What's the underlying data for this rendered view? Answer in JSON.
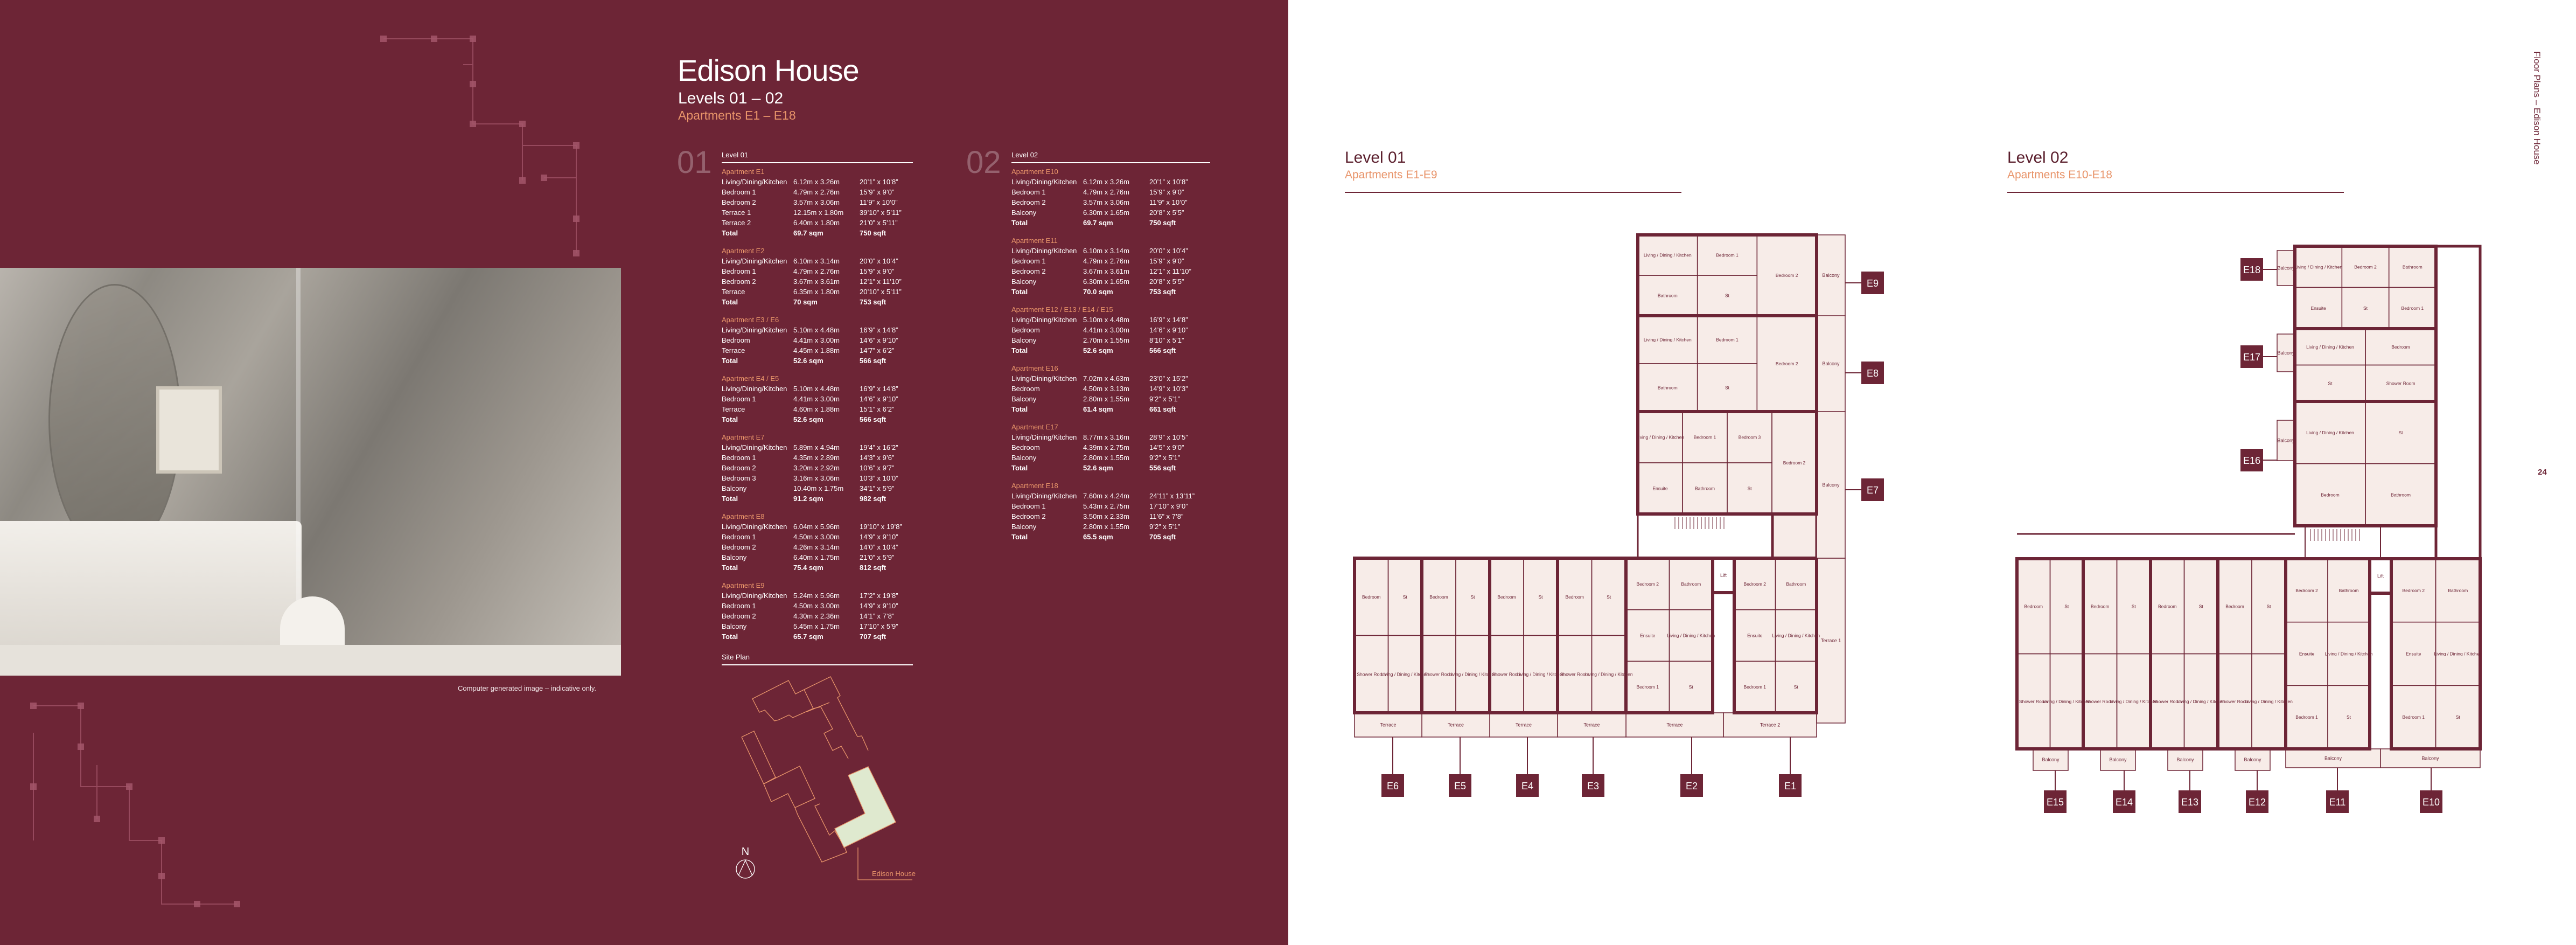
{
  "header": {
    "title": "Edison House",
    "levels": "Levels 01 – 02",
    "apartments": "Apartments E1 – E18"
  },
  "schedule": [
    {
      "number": "01",
      "heading": "Level 01",
      "apartments": [
        {
          "name": "Apartment E1",
          "rows": [
            [
              "Living/Dining/Kitchen",
              "6.12m x 3.26m",
              "20’1” x 10’8”"
            ],
            [
              "Bedroom 1",
              "4.79m x 2.76m",
              "15’9” x 9’0”"
            ],
            [
              "Bedroom 2",
              "3.57m x 3.06m",
              "11’9” x 10’0”"
            ],
            [
              "Terrace 1",
              "12.15m x 1.80m",
              "39’10” x 5’11”"
            ],
            [
              "Terrace 2",
              "6.40m x 1.80m",
              "21’0” x 5’11”"
            ]
          ],
          "total": [
            "Total",
            "69.7 sqm",
            "750 sqft"
          ]
        },
        {
          "name": "Apartment E2",
          "rows": [
            [
              "Living/Dining/Kitchen",
              "6.10m x 3.14m",
              "20’0” x 10’4”"
            ],
            [
              "Bedroom 1",
              "4.79m x 2.76m",
              "15’9” x 9’0”"
            ],
            [
              "Bedroom 2",
              "3.67m x 3.61m",
              "12’1” x 11’10”"
            ],
            [
              "Terrace",
              "6.35m x 1.80m",
              "20’10” x 5’11”"
            ]
          ],
          "total": [
            "Total",
            "70 sqm",
            "753 sqft"
          ]
        },
        {
          "name": "Apartment E3 / E6",
          "rows": [
            [
              "Living/Dining/Kitchen",
              "5.10m x 4.48m",
              "16’9” x 14’8”"
            ],
            [
              "Bedroom",
              "4.41m x 3.00m",
              "14’6” x 9’10”"
            ],
            [
              "Terrace",
              "4.45m x 1.88m",
              "14’7” x 6’2”"
            ]
          ],
          "total": [
            "Total",
            "52.6 sqm",
            "566 sqft"
          ]
        },
        {
          "name": "Apartment E4 / E5",
          "rows": [
            [
              "Living/Dining/Kitchen",
              "5.10m x 4.48m",
              "16’9” x 14’8”"
            ],
            [
              "Bedroom 1",
              "4.41m x 3.00m",
              "14’6” x 9’10”"
            ],
            [
              "Terrace",
              "4.60m x 1.88m",
              "15’1” x 6’2”"
            ]
          ],
          "total": [
            "Total",
            "52.6 sqm",
            "566 sqft"
          ]
        },
        {
          "name": "Apartment E7",
          "rows": [
            [
              "Living/Dining/Kitchen",
              "5.89m x 4.94m",
              "19’4” x 16’2”"
            ],
            [
              "Bedroom 1",
              "4.35m x 2.89m",
              "14’3” x 9’6”"
            ],
            [
              "Bedroom 2",
              "3.20m x 2.92m",
              "10’6” x 9’7”"
            ],
            [
              "Bedroom 3",
              "3.16m x 3.06m",
              "10’3” x 10’0”"
            ],
            [
              "Balcony",
              "10.40m x 1.75m",
              "34’1” x 5’9”"
            ]
          ],
          "total": [
            "Total",
            "91.2 sqm",
            "982 sqft"
          ]
        },
        {
          "name": "Apartment E8",
          "rows": [
            [
              "Living/Dining/Kitchen",
              "6.04m x 5.96m",
              "19’10” x 19’8”"
            ],
            [
              "Bedroom 1",
              "4.50m x 3.00m",
              "14’9” x 9’10”"
            ],
            [
              "Bedroom 2",
              "4.26m x 3.14m",
              "14’0” x 10’4”"
            ],
            [
              "Balcony",
              "6.40m x 1.75m",
              "21’0” x 5’9”"
            ]
          ],
          "total": [
            "Total",
            "75.4 sqm",
            "812 sqft"
          ]
        },
        {
          "name": "Apartment E9",
          "rows": [
            [
              "Living/Dining/Kitchen",
              "5.24m x 5.96m",
              "17’2” x 19’8”"
            ],
            [
              "Bedroom 1",
              "4.50m x 3.00m",
              "14’9” x 9’10”"
            ],
            [
              "Bedroom 2",
              "4.30m x 2.36m",
              "14’1” x 7’8”"
            ],
            [
              "Balcony",
              "5.45m x 1.75m",
              "17’10” x 5’9”"
            ]
          ],
          "total": [
            "Total",
            "65.7 sqm",
            "707 sqft"
          ]
        }
      ]
    },
    {
      "number": "02",
      "heading": "Level 02",
      "apartments": [
        {
          "name": "Apartment E10",
          "rows": [
            [
              "Living/Dining/Kitchen",
              "6.12m x 3.26m",
              "20’1” x 10’8”"
            ],
            [
              "Bedroom 1",
              "4.79m x 2.76m",
              "15’9” x 9’0”"
            ],
            [
              "Bedroom 2",
              "3.57m x 3.06m",
              "11’9” x 10’0”"
            ],
            [
              "Balcony",
              "6.30m x 1.65m",
              "20’8” x 5’5”"
            ]
          ],
          "total": [
            "Total",
            "69.7 sqm",
            "750 sqft"
          ]
        },
        {
          "name": "Apartment E11",
          "rows": [
            [
              "Living/Dining/Kitchen",
              "6.10m x 3.14m",
              "20’0” x 10’4”"
            ],
            [
              "Bedroom 1",
              "4.79m x 2.76m",
              "15’9” x 9’0”"
            ],
            [
              "Bedroom 2",
              "3.67m x 3.61m",
              "12’1” x 11’10”"
            ],
            [
              "Balcony",
              "6.30m x 1.65m",
              "20’8” x 5’5”"
            ]
          ],
          "total": [
            "Total",
            "70.0 sqm",
            "753 sqft"
          ]
        },
        {
          "name": "Apartment E12 / E13 / E14 / E15",
          "rows": [
            [
              "Living/Dining/Kitchen",
              "5.10m x 4.48m",
              "16’9” x 14’8”"
            ],
            [
              "Bedroom",
              "4.41m x 3.00m",
              "14’6” x 9’10”"
            ],
            [
              "Balcony",
              "2.70m x 1.55m",
              "8’10” x 5’1”"
            ]
          ],
          "total": [
            "Total",
            "52.6 sqm",
            "566 sqft"
          ]
        },
        {
          "name": "Apartment E16",
          "rows": [
            [
              "Living/Dining/Kitchen",
              "7.02m x 4.63m",
              "23’0” x 15’2”"
            ],
            [
              "Bedroom",
              "4.50m x 3.13m",
              "14’9” x 10’3”"
            ],
            [
              "Balcony",
              "2.80m x 1.55m",
              "9’2” x 5’1”"
            ]
          ],
          "total": [
            "Total",
            "61.4 sqm",
            "661 sqft"
          ]
        },
        {
          "name": "Apartment E17",
          "rows": [
            [
              "Living/Dining/Kitchen",
              "8.77m x 3.16m",
              "28’9” x 10’5”"
            ],
            [
              "Bedroom",
              "4.39m x 2.75m",
              "14’5” x 9’0”"
            ],
            [
              "Balcony",
              "2.80m x 1.55m",
              "9’2” x 5’1”"
            ]
          ],
          "total": [
            "Total",
            "52.6 sqm",
            "556 sqft"
          ]
        },
        {
          "name": "Apartment E18",
          "rows": [
            [
              "Living/Dining/Kitchen",
              "7.60m x 4.24m",
              "24’11” x 13’11”"
            ],
            [
              "Bedroom 1",
              "5.43m x 2.75m",
              "17’10” x 9’0”"
            ],
            [
              "Bedroom 2",
              "3.50m x 2.33m",
              "11’6” x 7’8”"
            ],
            [
              "Balcony",
              "2.80m x 1.55m",
              "9’2” x 5’1”"
            ]
          ],
          "total": [
            "Total",
            "65.5 sqm",
            "705 sqft"
          ]
        }
      ]
    }
  ],
  "site_plan": {
    "heading": "Site Plan",
    "compass": "N",
    "label": "Edison House"
  },
  "photo": {
    "caption": "Computer generated image – indicative only."
  },
  "plans": [
    {
      "heading": "Level 01",
      "subheading": "Apartments E1-E9",
      "common": [
        "Lift"
      ],
      "units": [
        {
          "id": "E1",
          "rooms": [
            "Bedroom 2",
            "Bathroom",
            "Ensuite",
            "Living / Dining / Kitchen",
            "Bedroom 1",
            "St"
          ],
          "outdoor": [
            "Terrace 2",
            "Terrace 1"
          ]
        },
        {
          "id": "E2",
          "rooms": [
            "Bedroom 2",
            "Bathroom",
            "Ensuite",
            "Living / Dining / Kitchen",
            "Bedroom 1",
            "St"
          ],
          "outdoor": [
            "Terrace"
          ]
        },
        {
          "id": "E3",
          "rooms": [
            "Bedroom",
            "St",
            "Shower Room",
            "Living / Dining / Kitchen"
          ],
          "outdoor": [
            "Terrace"
          ]
        },
        {
          "id": "E4",
          "rooms": [
            "Bedroom",
            "St",
            "Shower Room",
            "Living / Dining / Kitchen"
          ],
          "outdoor": [
            "Terrace"
          ]
        },
        {
          "id": "E5",
          "rooms": [
            "Bedroom",
            "St",
            "Shower Room",
            "Living / Dining / Kitchen"
          ],
          "outdoor": [
            "Terrace"
          ]
        },
        {
          "id": "E6",
          "rooms": [
            "Bedroom",
            "St",
            "Shower Room",
            "Living / Dining / Kitchen"
          ],
          "outdoor": [
            "Terrace"
          ]
        },
        {
          "id": "E7",
          "rooms": [
            "Living / Dining / Kitchen",
            "Ensuite",
            "Bedroom 1",
            "Bathroom",
            "Bedroom 3",
            "St",
            "Bedroom 2"
          ],
          "outdoor": [
            "Balcony"
          ]
        },
        {
          "id": "E8",
          "rooms": [
            "Living / Dining / Kitchen",
            "Bathroom",
            "Bedroom 1",
            "St",
            "Bedroom 2"
          ],
          "outdoor": [
            "Balcony"
          ]
        },
        {
          "id": "E9",
          "rooms": [
            "Living / Dining / Kitchen",
            "Bathroom",
            "Bedroom 1",
            "St",
            "Bedroom 2"
          ],
          "outdoor": [
            "Balcony"
          ]
        }
      ]
    },
    {
      "heading": "Level 02",
      "subheading": "Apartments E10-E18",
      "common": [
        "Lift"
      ],
      "units": [
        {
          "id": "E10",
          "rooms": [
            "Bedroom 2",
            "Bathroom",
            "Ensuite",
            "Living / Dining / Kitchen",
            "Bedroom 1",
            "St"
          ],
          "outdoor": [
            "Balcony"
          ]
        },
        {
          "id": "E11",
          "rooms": [
            "Bedroom 2",
            "Bathroom",
            "Ensuite",
            "Living / Dining / Kitchen",
            "Bedroom 1",
            "St"
          ],
          "outdoor": [
            "Balcony"
          ]
        },
        {
          "id": "E12",
          "rooms": [
            "Bedroom",
            "St",
            "Shower Room",
            "Living / Dining / Kitchen"
          ],
          "outdoor": [
            "Balcony"
          ]
        },
        {
          "id": "E13",
          "rooms": [
            "Bedroom",
            "St",
            "Shower Room",
            "Living / Dining / Kitchen"
          ],
          "outdoor": [
            "Balcony"
          ]
        },
        {
          "id": "E14",
          "rooms": [
            "Bedroom",
            "St",
            "Shower Room",
            "Living / Dining / Kitchen"
          ],
          "outdoor": [
            "Balcony"
          ]
        },
        {
          "id": "E15",
          "rooms": [
            "Bedroom",
            "St",
            "Shower Room",
            "Living / Dining / Kitchen"
          ],
          "outdoor": [
            "Balcony"
          ]
        },
        {
          "id": "E16",
          "rooms": [
            "Living / Dining / Kitchen",
            "Bedroom",
            "St",
            "Bathroom"
          ],
          "outdoor": [
            "Balcony"
          ]
        },
        {
          "id": "E17",
          "rooms": [
            "Living / Dining / Kitchen",
            "St",
            "Bedroom",
            "Shower Room"
          ],
          "outdoor": [
            "Balcony"
          ]
        },
        {
          "id": "E18",
          "rooms": [
            "Living / Dining / Kitchen",
            "Ensuite",
            "Bedroom 2",
            "St",
            "Bathroom",
            "Bedroom 1"
          ],
          "outdoor": [
            "Balcony"
          ]
        }
      ]
    }
  ],
  "side_title": "Floor Plans – Edison House",
  "page_number": "24",
  "colors": {
    "brand": "#6d2536",
    "accent": "#e8946a",
    "plan_fill": "#f7ece8",
    "site_highlight": "#dfe9cf"
  }
}
